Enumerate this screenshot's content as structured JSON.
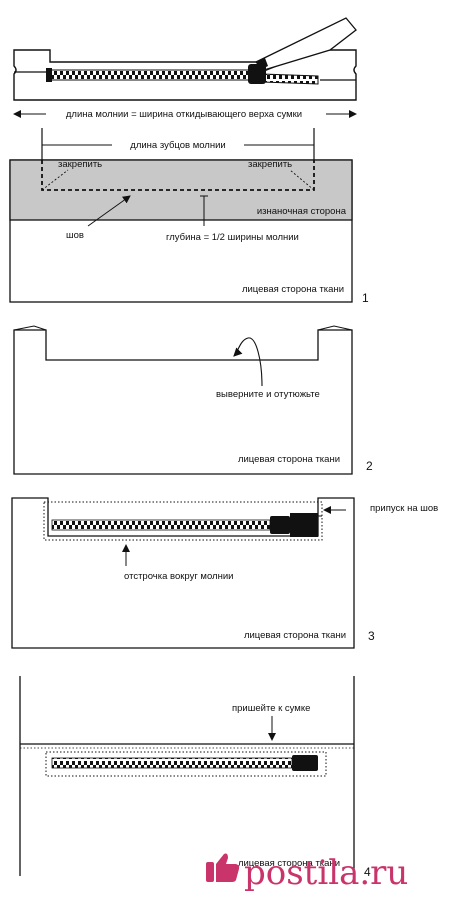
{
  "step1": {
    "label_zip_length": "длина молнии = ширина откидывающего верха сумки",
    "label_teeth_length": "длина зубцов молнии",
    "label_secure_left": "закрепить",
    "label_secure_right": "закрепить",
    "label_wrong_side": "изнаночная сторона",
    "label_seam": "шов",
    "label_depth": "глубина = 1/2 ширины молнии",
    "label_right_side": "лицевая сторона ткани",
    "number": "1"
  },
  "step2": {
    "label_turn_iron": "выверните и отутюжьте",
    "label_right_side": "лицевая сторона ткани",
    "number": "2"
  },
  "step3": {
    "label_seam_allowance": "припуск на шов",
    "label_topstitch": "отстрочка вокруг молнии",
    "label_right_side": "лицевая сторона ткани",
    "number": "3"
  },
  "step4": {
    "label_sew_to_bag": "пришейте к сумке",
    "label_right_side": "лицевая сторона ткани",
    "number": "4"
  },
  "watermark": {
    "brand": "postila.ru",
    "color": "#c9356b"
  },
  "colors": {
    "wrong_side_fill": "#c8c8c8",
    "line": "#111111"
  }
}
